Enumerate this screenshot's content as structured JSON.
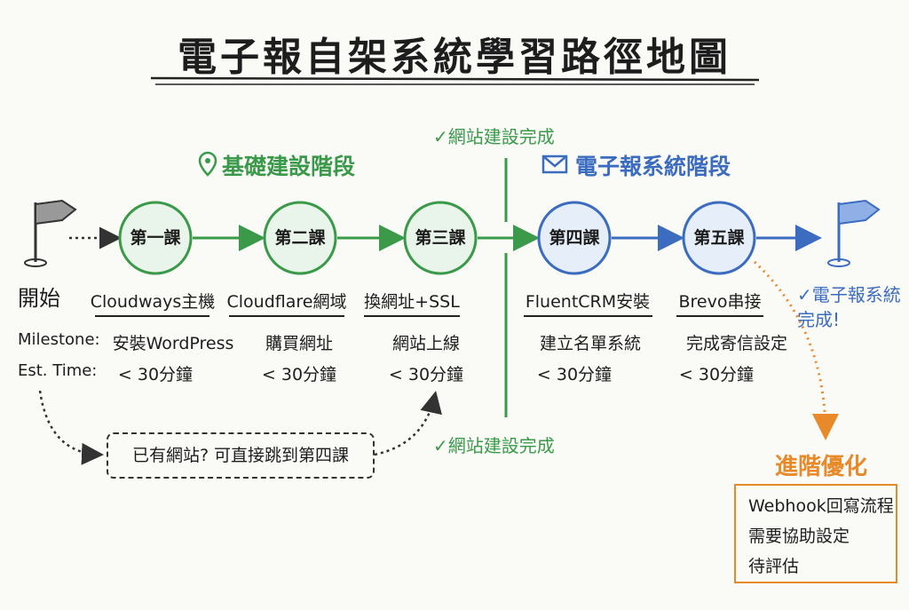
{
  "title": "電子報自架系統學習路徑地圖",
  "start_label": "開始",
  "phases": [
    {
      "label": "基礎建設階段",
      "icon": "map-pin-icon"
    },
    {
      "label": "電子報系統階段",
      "icon": "envelope-icon"
    }
  ],
  "checkpoints": {
    "top": "✓網站建設完成",
    "bottom": "✓網站建設完成"
  },
  "row_labels": {
    "milestone": "Milestone:",
    "time": "Est. Time:"
  },
  "lessons": [
    {
      "circle": "第一課",
      "name": "Cloudways主機",
      "milestone": "安裝WordPress",
      "time": "< 30分鐘"
    },
    {
      "circle": "第二課",
      "name": "Cloudflare網域",
      "milestone": "購買網址",
      "time": "< 30分鐘"
    },
    {
      "circle": "第三課",
      "name": "換網址+SSL",
      "milestone": "網站上線",
      "time": "< 30分鐘"
    },
    {
      "circle": "第四課",
      "name": "FluentCRM安裝",
      "milestone": "建立名單系統",
      "time": "< 30分鐘"
    },
    {
      "circle": "第五課",
      "name": "Brevo串接",
      "milestone": "完成寄信設定",
      "time": "< 30分鐘"
    }
  ],
  "finish_label": "✓電子報系統完成!",
  "skip_note": "已有網站? 可直接跳到第四課",
  "advanced": {
    "title": "進階優化",
    "items": [
      "Webhook回寫流程",
      "需要協助設定",
      "待評估"
    ]
  },
  "colors": {
    "green": "#3a9a4a",
    "blue": "#3b6cc0",
    "orange": "#e8892a"
  }
}
